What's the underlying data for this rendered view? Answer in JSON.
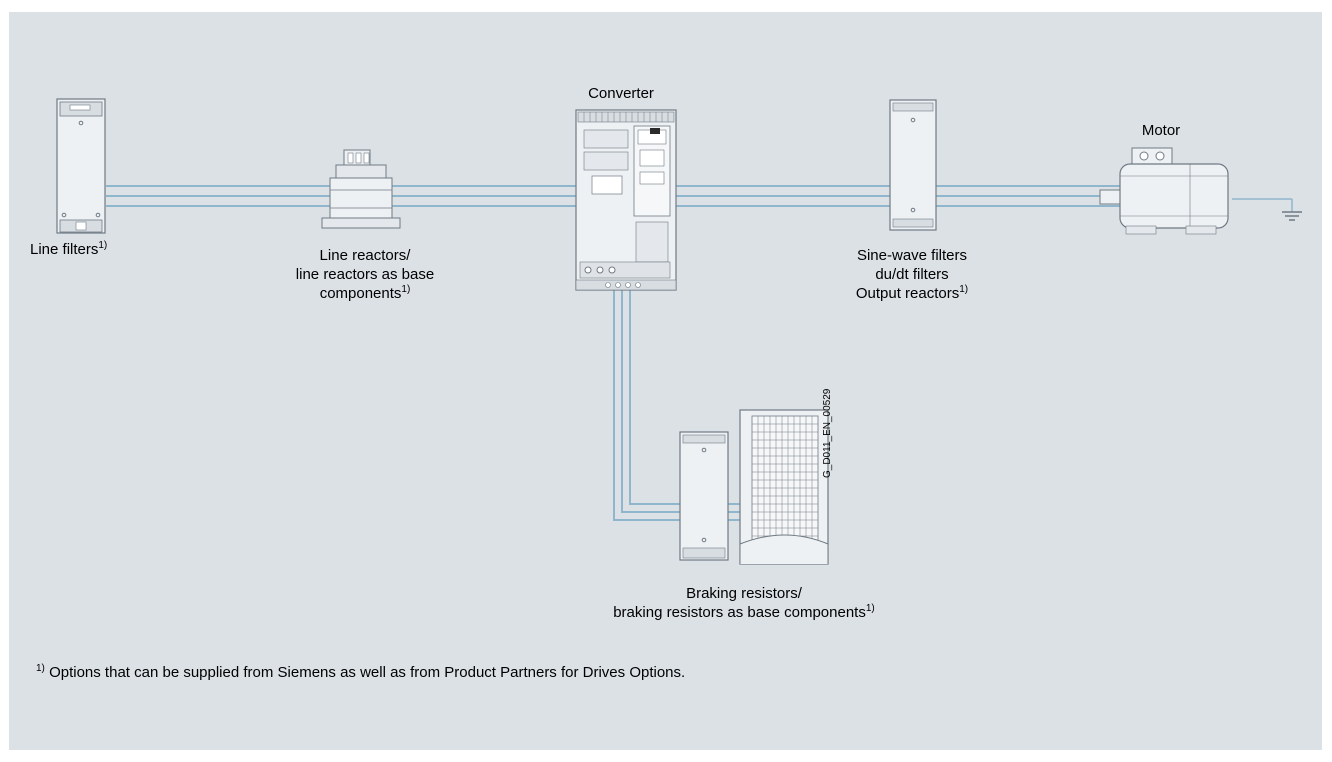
{
  "labels": {
    "converter": "Converter",
    "motor": "Motor",
    "line_filters": "Line filters",
    "line_reactors_l1": "Line reactors/",
    "line_reactors_l2": "line reactors as base",
    "line_reactors_l3": "components",
    "output_l1": "Sine-wave filters",
    "output_l2": "du/dt filters",
    "output_l3": "Output reactors",
    "braking_l1": "Braking resistors/",
    "braking_l2": "braking resistors as base components",
    "footnote_mark": "1)"
  },
  "footnote": {
    "mark": "1)",
    "text": " Options that can be supplied from Siemens as well as from Product Partners for Drives Options."
  },
  "doc_id": "G_D011_EN_00529",
  "colors": {
    "background": "#dce1e6",
    "cable": "#8fb6cc",
    "device_fill": "#eef1f4",
    "device_stroke": "#6f7a84"
  }
}
